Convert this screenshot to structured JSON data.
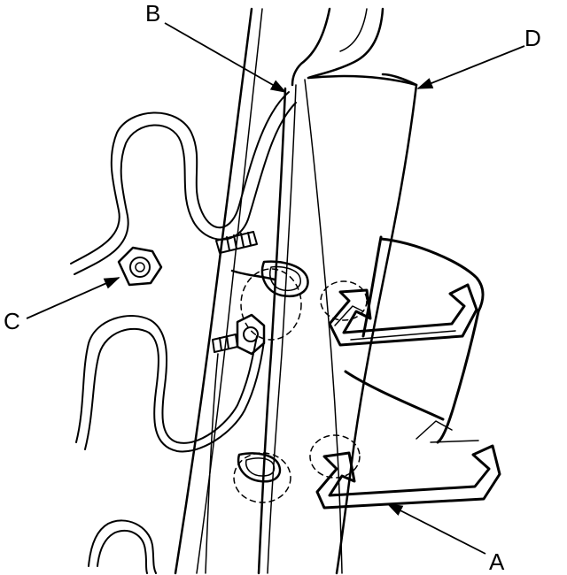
{
  "diagram": {
    "colors": {
      "line": "#000000",
      "background": "#ffffff"
    },
    "callouts": [
      {
        "id": "A",
        "label": "A",
        "points_to": "seat-spring-clip"
      },
      {
        "id": "B",
        "label": "B",
        "points_to": "seat-frame-wire"
      },
      {
        "id": "C",
        "label": "C",
        "points_to": "mounting-nut"
      },
      {
        "id": "D",
        "label": "D",
        "points_to": "seat-back-frame-rail"
      }
    ]
  }
}
